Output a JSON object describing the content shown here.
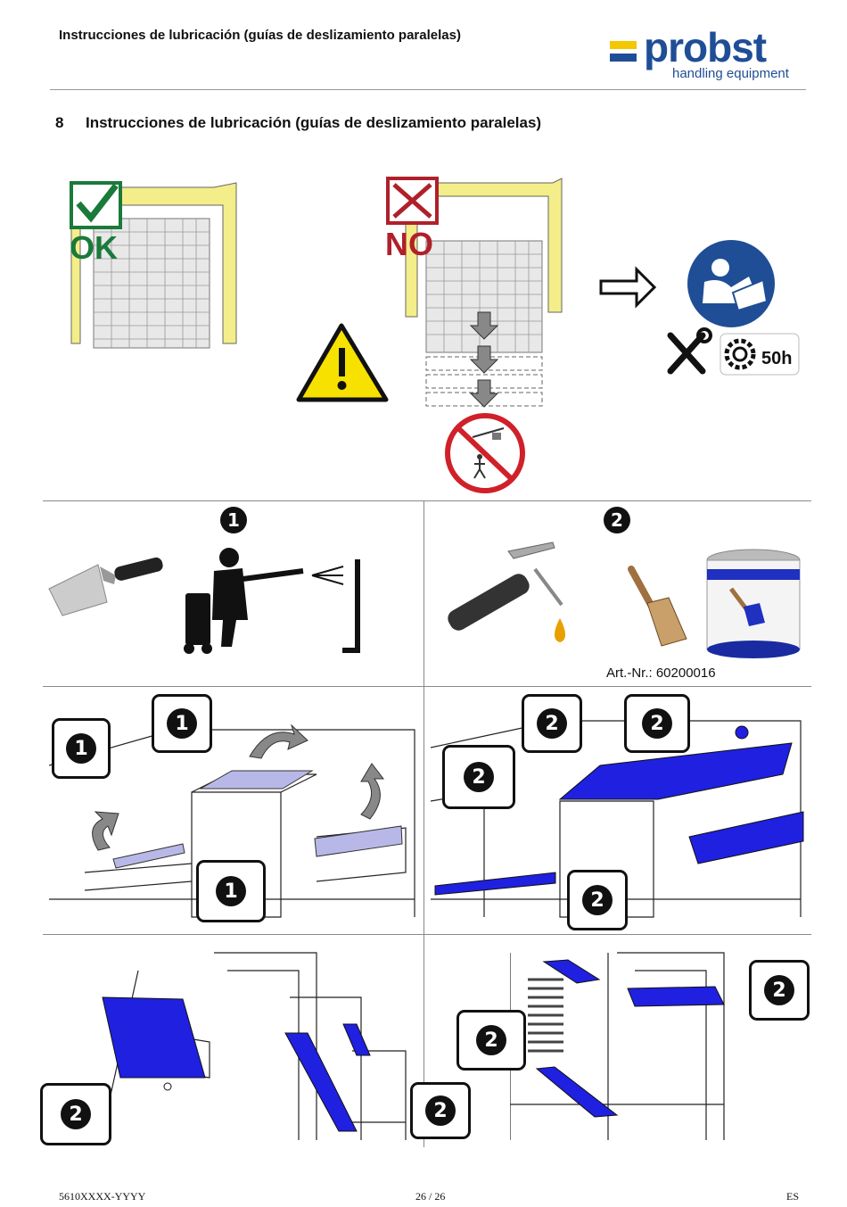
{
  "header": {
    "title": "Instrucciones de lubricación (guías de deslizamiento paralelas)",
    "logo_word": "probst",
    "logo_sub": "handling equipment"
  },
  "section": {
    "number": "8",
    "title": "Instrucciones de lubricación (guías de deslizamiento paralelas)"
  },
  "top_figure": {
    "ok_label": "OK",
    "no_label": "NO",
    "interval_label": "50h"
  },
  "steps": {
    "step1": "1",
    "step2": "2"
  },
  "art_nr": "Art.-Nr.: 60200016",
  "callouts": {
    "c1": "1",
    "c2": "2"
  },
  "footer": {
    "doc_id": "5610XXXX-YYYY",
    "page": "26 / 26",
    "lang": "ES"
  },
  "colors": {
    "brand_blue": "#1f4e96",
    "brand_yellow": "#f3c800",
    "grease_blue": "#2020e0",
    "ok_green": "#1a7a3a",
    "no_red": "#b0202a",
    "frame_yellow": "#f4ee8a"
  }
}
